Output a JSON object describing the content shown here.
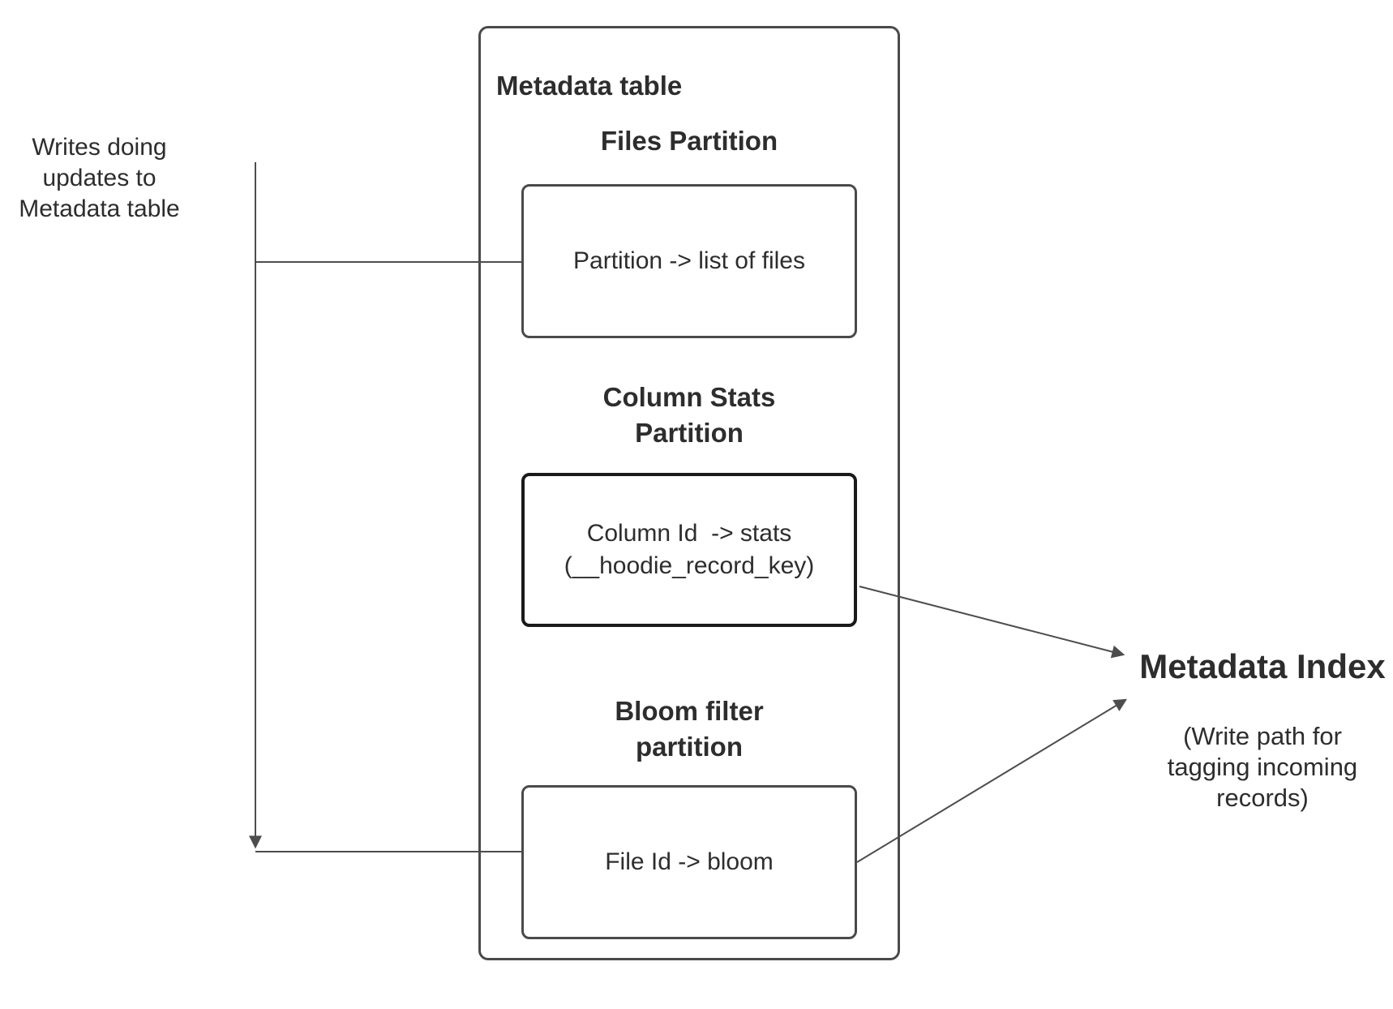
{
  "colors": {
    "background": "#ffffff",
    "text": "#2d2d2d",
    "box_border": "#4a4a4a",
    "emphasis_border": "#1a1a1a",
    "connector": "#4d4d4d"
  },
  "left_note": {
    "text": "Writes doing\nupdates to\nMetadata table"
  },
  "metadata_table": {
    "title": "Metadata table",
    "sections": [
      {
        "heading": "Files Partition",
        "box_text": "Partition -> list of files"
      },
      {
        "heading": "Column Stats\nPartition",
        "box_text": "Column Id  -> stats\n(__hoodie_record_key)"
      },
      {
        "heading": "Bloom filter\npartition",
        "box_text": "File Id -> bloom"
      }
    ]
  },
  "metadata_index": {
    "title": "Metadata Index",
    "subtitle": "(Write path for\ntagging incoming\nrecords)"
  }
}
